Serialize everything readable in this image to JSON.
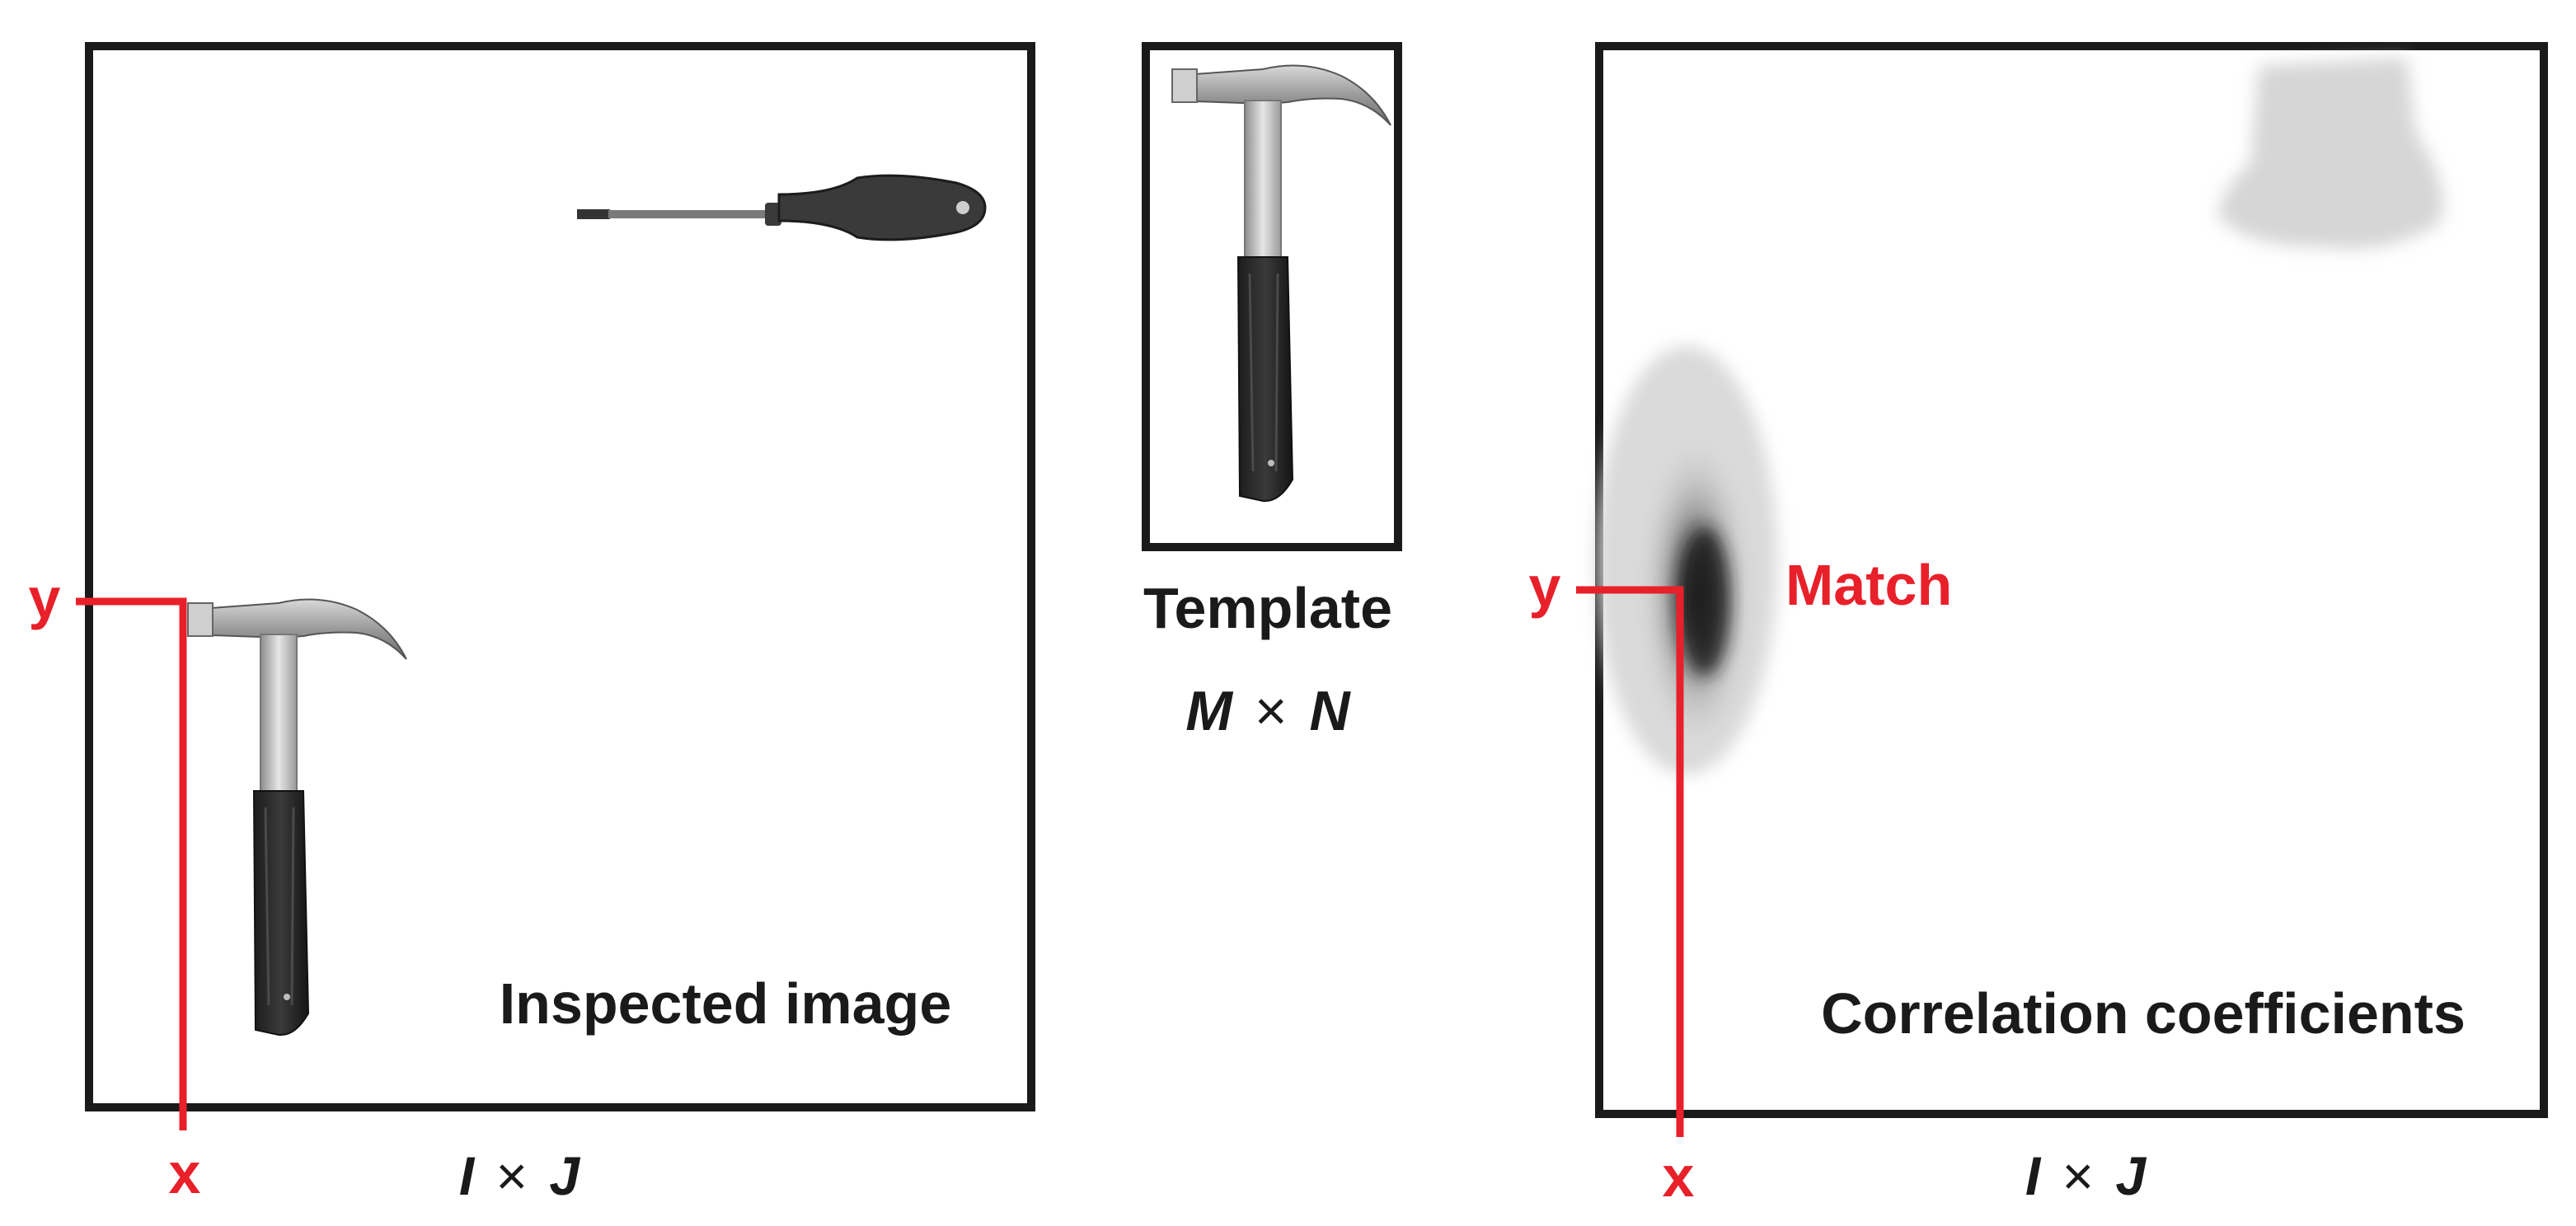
{
  "inspected_panel": {
    "caption": "Inspected image",
    "size_label": {
      "a": "I",
      "times": "×",
      "b": "J"
    },
    "x_label": "x",
    "y_label": "y"
  },
  "template_panel": {
    "caption": "Template",
    "size_label": {
      "a": "M",
      "times": "×",
      "b": "N"
    }
  },
  "correlation_panel": {
    "caption": "Correlation coefficients",
    "match_label": "Match",
    "size_label": {
      "a": "I",
      "times": "×",
      "b": "J"
    },
    "x_label": "x",
    "y_label": "y"
  },
  "colors": {
    "frame": "#1a1a1a",
    "marker": "#e8202a",
    "text": "#1a1a1a"
  }
}
